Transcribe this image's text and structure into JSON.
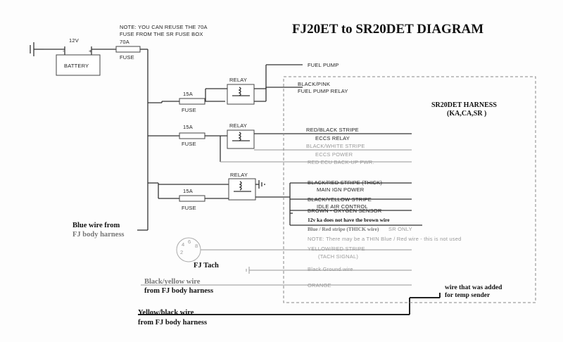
{
  "title": "FJ20ET to SR20DET DIAGRAM",
  "note": {
    "line1": "NOTE: YOU CAN REUSE THE 70A",
    "line2": "FUSE FROM THE SR FUSE BOX"
  },
  "battery": {
    "label": "BATTERY",
    "voltage": "12V",
    "neg": "-",
    "pos": "+"
  },
  "main_fuse": {
    "rating": "70A",
    "label": "FUSE"
  },
  "fuses": [
    {
      "rating": "15A",
      "label": "FUSE"
    },
    {
      "rating": "15A",
      "label": "FUSE"
    },
    {
      "rating": "15A",
      "label": "FUSE"
    }
  ],
  "relays": [
    "RELAY",
    "RELAY",
    "RELAY"
  ],
  "harness": {
    "title": "SR20DET HARNESS",
    "subtitle": "(KA,CA,SR )"
  },
  "wires": {
    "fuel_pump": "FUEL PUMP",
    "black_pink": "BLACK/PINK",
    "fuel_pump_relay": "FUEL PUMP RELAY",
    "red_black": "RED/BLACK STRIPE",
    "eccs_relay": "ECCS RELAY",
    "black_white": "BLACK/WHITE STRIPE",
    "eccs_power": "ECCS POWER",
    "red_ecu": "RED ECU BACK-UP PWR.",
    "black_red": "BLACK/RED STRIPE (THICK)",
    "main_ign": "MAIN IGN POWER",
    "black_yellow": "BLACK/YELLOW STRIPE",
    "idle_air": "IDLE AIR CONTROL",
    "brown": "BROWN - OXYGEN SENSOR",
    "ka_note": "12v ka does not have the brown wire",
    "blue_red": "Blue / Red stripe (THICK wire)",
    "sr_only": "SR ONLY",
    "thin_note": "NOTE: There may be a THIN Blue / Red wire - this is not used",
    "yellow_red": "YELLOW/RED STRIPE",
    "tach_signal": "(TACH SIGNAL)",
    "black_ground": "Black Ground wire",
    "orange": "ORANGE",
    "added_wire_1": "wire that was added",
    "added_wire_2": "for temp sender"
  },
  "left_labels": {
    "blue_1": "Blue wire from",
    "blue_2": "FJ body harness",
    "fj_tach": "FJ Tach",
    "tach_digits": [
      "2",
      "4",
      "6",
      "8"
    ],
    "by_1": "Black/yellow wire",
    "by_2": "from FJ body harness",
    "yb_1": "Yellow/black wire",
    "yb_2": "from FJ body harness"
  }
}
